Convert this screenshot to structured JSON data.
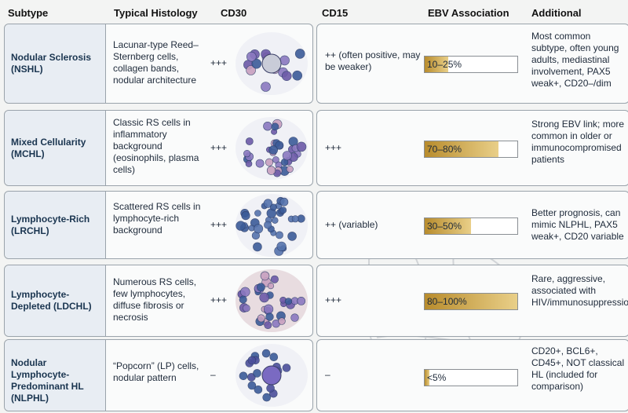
{
  "headers": {
    "subtype": "Subtype",
    "histology": "Typical Histology",
    "cd30": "CD30",
    "cd15": "CD15",
    "ebv": "EBV Association",
    "additional": "Additional"
  },
  "rows": [
    {
      "subtype": "Nodular Sclerosis (NSHL)",
      "histology": "Lacunar-type Reed–Sternberg cells, collagen bands, nodular architecture",
      "cd30": "+++",
      "cd15": "++ (often positive, may be weaker)",
      "ebv_label": "10–25%",
      "ebv_fill": 0.25,
      "additional": "Most common subtype, often young adults, mediastinal involvement, PAX5 weak+, CD20–/dim"
    },
    {
      "subtype": "Mixed Cellularity (MCHL)",
      "histology": "Classic RS cells in inflammatory background (eosinophils, plasma cells)",
      "cd30": "+++",
      "cd15": "+++",
      "ebv_label": "70–80%",
      "ebv_fill": 0.8,
      "additional": "Strong EBV link; more common in older or immunocompromised patients"
    },
    {
      "subtype": "Lymphocyte-Rich (LRCHL)",
      "histology": "Scattered RS cells in lymphocyte-rich background",
      "cd30": "+++",
      "cd15": "++ (variable)",
      "ebv_label": "30–50%",
      "ebv_fill": 0.5,
      "additional": "Better prognosis, can mimic NLPHL, PAX5 weak+, CD20 variable"
    },
    {
      "subtype": "Lymphocyte-Depleted (LDCHL)",
      "histology": "Numerous RS cells, few lymphocytes, diffuse fibrosis or necrosis",
      "cd30": "+++",
      "cd15": "+++",
      "ebv_label": "80–100%",
      "ebv_fill": 1.0,
      "additional": "Rare, aggressive, associated with HIV/immunosuppression"
    },
    {
      "subtype": "Nodular Lymphocyte-Predominant HL (NLPHL)",
      "histology": "“Popcorn” (LP) cells, nodular pattern",
      "cd30": "–",
      "cd15": "–",
      "ebv_label": "<5%",
      "ebv_fill": 0.05,
      "additional": "CD20+, BCL6+, CD45+, NOT classical HL (included for comparison)"
    }
  ],
  "colors": {
    "subtype_text": "#1a3550",
    "subtype_bg": "#e8edf3",
    "bar_gold": "#b88c2d",
    "cell_purple": "#6d5aa8",
    "cell_blue": "#3c5c99"
  }
}
